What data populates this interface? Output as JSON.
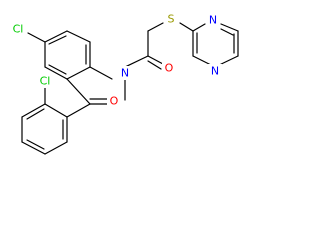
{
  "structure": {
    "atoms": {
      "cl_ring": "Cl",
      "cl_phenyl": "Cl",
      "amide_n": "N",
      "amide_o": "O",
      "carbonyl_o": "O",
      "thioether_s": "S",
      "pyrimidine_n1": "N",
      "pyrimidine_n2": "N"
    }
  },
  "colors": {
    "bond": "#000000",
    "nitrogen": "#0000ff",
    "oxygen": "#ff0000",
    "sulfur": "#999900",
    "chlorine": "#00cc00"
  }
}
